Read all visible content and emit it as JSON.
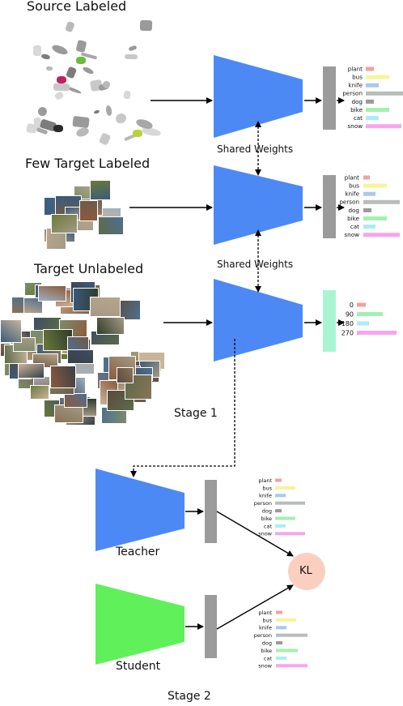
{
  "sections": {
    "source": "Source Labeled",
    "few_target": "Few Target Labeled",
    "target_unlabeled": "Target Unlabeled"
  },
  "shared_weights": [
    "Shared Weights",
    "Shared Weights"
  ],
  "stages": {
    "stage1": "Stage 1",
    "stage2": "Stage 2"
  },
  "networks": {
    "teacher": "Teacher",
    "student": "Student"
  },
  "kl": "KL",
  "class_labels": [
    "plant",
    "bus",
    "knife",
    "person",
    "dog",
    "bike",
    "cat",
    "snow"
  ],
  "class_colors": [
    "#f4a0a0",
    "#f5f59a",
    "#a9c8f0",
    "#b9bdb9",
    "#9a9a9a",
    "#a2f0b0",
    "#a8eef4",
    "#f5a6ec"
  ],
  "rotation_labels": [
    "0",
    "90",
    "180",
    "270"
  ],
  "rotation_colors": [
    "#f4a0a0",
    "#a2f0b0",
    "#a8eef4",
    "#f5a6ec"
  ],
  "colors": {
    "network_blue": "#4d89f5",
    "network_green": "#5ff05a",
    "feature_gray": "#9b9b9b",
    "feature_mint": "#a9f5d3",
    "kl_fill": "#fbcfbf"
  },
  "icons": [
    "double-arrow-icon",
    "dashed-arrow-icon",
    "arrow-icon"
  ]
}
